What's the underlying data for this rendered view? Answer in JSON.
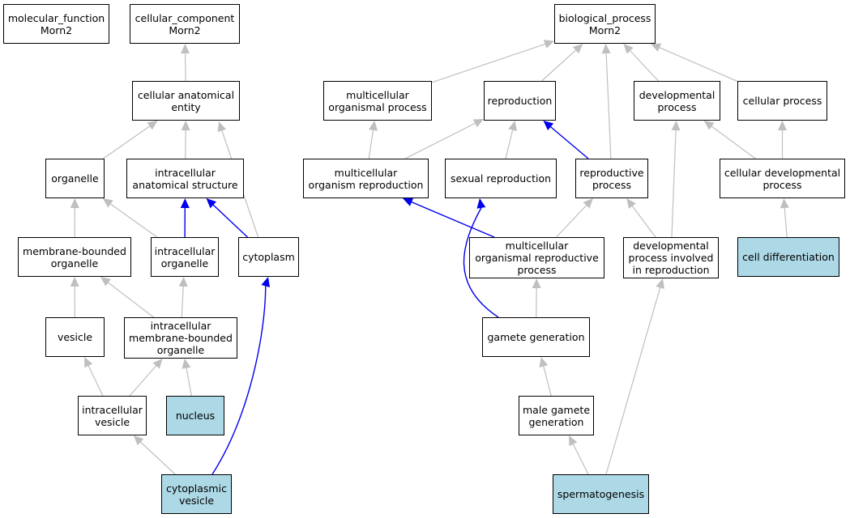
{
  "colors": {
    "is_a": "#bfbfbf",
    "part_of": "#0000ee",
    "highlight": "#add8e6"
  },
  "nodes": {
    "mf": {
      "label": "molecular_function\nMorn2",
      "highlight": false
    },
    "cc": {
      "label": "cellular_component\nMorn2",
      "highlight": false
    },
    "bp": {
      "label": "biological_process\nMorn2",
      "highlight": false
    },
    "cae": {
      "label": "cellular anatomical\nentity",
      "highlight": false
    },
    "org": {
      "label": "organelle",
      "highlight": false
    },
    "ias": {
      "label": "intracellular\nanatomical structure",
      "highlight": false
    },
    "mbo": {
      "label": "membrane-bounded\norganelle",
      "highlight": false
    },
    "io": {
      "label": "intracellular\norganelle",
      "highlight": false
    },
    "cyt": {
      "label": "cytoplasm",
      "highlight": false
    },
    "ves": {
      "label": "vesicle",
      "highlight": false
    },
    "imbo": {
      "label": "intracellular\nmembrane-bounded\norganelle",
      "highlight": false
    },
    "iv": {
      "label": "intracellular\nvesicle",
      "highlight": false
    },
    "nuc": {
      "label": "nucleus",
      "highlight": true
    },
    "cv": {
      "label": "cytoplasmic\nvesicle",
      "highlight": true
    },
    "mop": {
      "label": "multicellular\norganismal process",
      "highlight": false
    },
    "rep": {
      "label": "reproduction",
      "highlight": false
    },
    "dev": {
      "label": "developmental\nprocess",
      "highlight": false
    },
    "cp": {
      "label": "cellular process",
      "highlight": false
    },
    "mor": {
      "label": "multicellular\norganism reproduction",
      "highlight": false
    },
    "sr": {
      "label": "sexual reproduction",
      "highlight": false
    },
    "rp": {
      "label": "reproductive\nprocess",
      "highlight": false
    },
    "cdp": {
      "label": "cellular developmental\nprocess",
      "highlight": false
    },
    "morp": {
      "label": "multicellular\norganismal reproductive\nprocess",
      "highlight": false
    },
    "dpir": {
      "label": "developmental\nprocess involved\nin reproduction",
      "highlight": false
    },
    "cd": {
      "label": "cell differentiation",
      "highlight": true
    },
    "gg": {
      "label": "gamete generation",
      "highlight": false
    },
    "mgg": {
      "label": "male gamete\ngeneration",
      "highlight": false
    },
    "sp": {
      "label": "spermatogenesis",
      "highlight": true
    }
  },
  "edges": [
    {
      "from": "cae",
      "to": "cc",
      "type": "is_a"
    },
    {
      "from": "org",
      "to": "cae",
      "type": "is_a"
    },
    {
      "from": "ias",
      "to": "cae",
      "type": "is_a"
    },
    {
      "from": "cyt",
      "to": "cae",
      "type": "is_a"
    },
    {
      "from": "mbo",
      "to": "org",
      "type": "is_a"
    },
    {
      "from": "io",
      "to": "org",
      "type": "is_a"
    },
    {
      "from": "io",
      "to": "ias",
      "type": "part_of"
    },
    {
      "from": "cyt",
      "to": "ias",
      "type": "part_of"
    },
    {
      "from": "ves",
      "to": "mbo",
      "type": "is_a"
    },
    {
      "from": "imbo",
      "to": "mbo",
      "type": "is_a"
    },
    {
      "from": "imbo",
      "to": "io",
      "type": "is_a"
    },
    {
      "from": "iv",
      "to": "ves",
      "type": "is_a"
    },
    {
      "from": "iv",
      "to": "imbo",
      "type": "is_a"
    },
    {
      "from": "nuc",
      "to": "imbo",
      "type": "is_a"
    },
    {
      "from": "cv",
      "to": "iv",
      "type": "is_a"
    },
    {
      "from": "cv",
      "to": "cyt",
      "type": "part_of"
    },
    {
      "from": "mop",
      "to": "bp",
      "type": "is_a"
    },
    {
      "from": "rep",
      "to": "bp",
      "type": "is_a"
    },
    {
      "from": "dev",
      "to": "bp",
      "type": "is_a"
    },
    {
      "from": "cp",
      "to": "bp",
      "type": "is_a"
    },
    {
      "from": "rp",
      "to": "bp",
      "type": "is_a"
    },
    {
      "from": "mor",
      "to": "mop",
      "type": "is_a"
    },
    {
      "from": "mor",
      "to": "rep",
      "type": "is_a"
    },
    {
      "from": "sr",
      "to": "rep",
      "type": "is_a"
    },
    {
      "from": "rp",
      "to": "rep",
      "type": "part_of"
    },
    {
      "from": "cdp",
      "to": "dev",
      "type": "is_a"
    },
    {
      "from": "cdp",
      "to": "cp",
      "type": "is_a"
    },
    {
      "from": "morp",
      "to": "mor",
      "type": "part_of"
    },
    {
      "from": "morp",
      "to": "rp",
      "type": "is_a"
    },
    {
      "from": "dpir",
      "to": "rp",
      "type": "is_a"
    },
    {
      "from": "dpir",
      "to": "dev",
      "type": "is_a"
    },
    {
      "from": "cd",
      "to": "cdp",
      "type": "is_a"
    },
    {
      "from": "gg",
      "to": "morp",
      "type": "is_a"
    },
    {
      "from": "gg",
      "to": "sr",
      "type": "part_of"
    },
    {
      "from": "mgg",
      "to": "gg",
      "type": "is_a"
    },
    {
      "from": "sp",
      "to": "mgg",
      "type": "is_a"
    },
    {
      "from": "sp",
      "to": "dpir",
      "type": "is_a"
    }
  ]
}
